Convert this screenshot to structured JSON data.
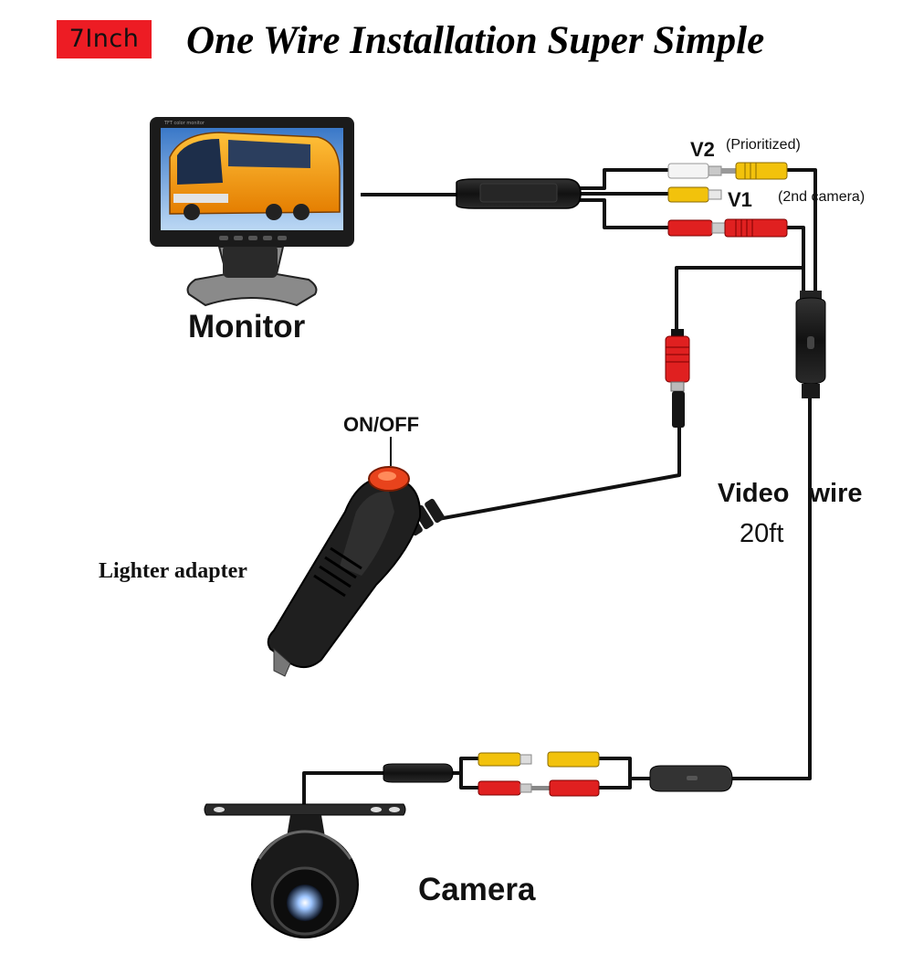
{
  "header": {
    "badge": "7Inch",
    "title": "One Wire Installation Super Simple"
  },
  "labels": {
    "monitor": "Monitor",
    "v2": "V2",
    "v2_note": "(Prioritized)",
    "v1": "V1",
    "second_camera": "(2nd camera)",
    "on_off": "ON/OFF",
    "lighter_adapter": "Lighter adapter",
    "video_wire": "Video wire",
    "wire_length": "20ft",
    "camera": "Camera"
  },
  "colors": {
    "badge": "#ed1c24",
    "rca_yellow": "#f2c20c",
    "rca_red": "#e02020",
    "rca_white": "#f4f4f4",
    "wire": "#111111",
    "bus": "#f59b0c"
  },
  "icons": [
    "monitor-icon",
    "cigarette-lighter-icon",
    "camera-icon",
    "rca-connector-icon",
    "inline-module-icon"
  ]
}
